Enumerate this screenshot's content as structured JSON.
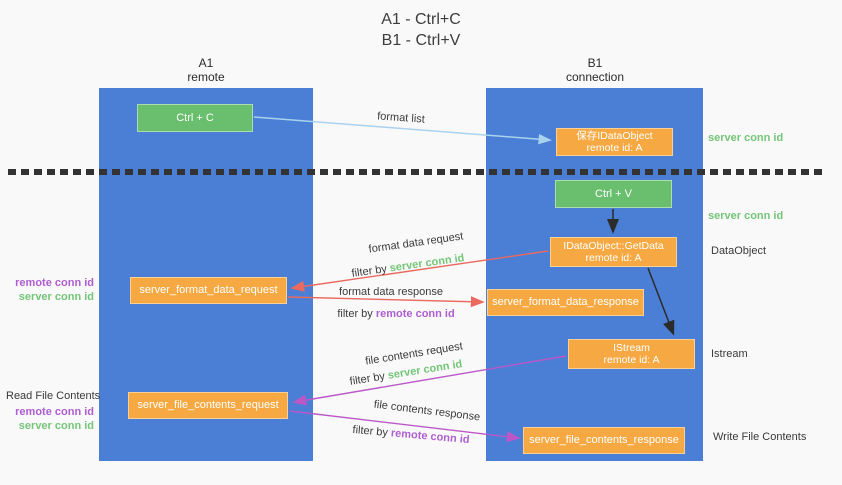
{
  "title": {
    "line1": "A1 - Ctrl+C",
    "line2": "B1 - Ctrl+V"
  },
  "lanes": {
    "a1": {
      "name": "A1",
      "subtitle": "remote"
    },
    "b1": {
      "name": "B1",
      "subtitle": "connection"
    }
  },
  "nodes": {
    "ctrl_c": {
      "label": "Ctrl + C"
    },
    "save_idataobject": {
      "line1": "保存IDataObject",
      "line2": "remote id: A"
    },
    "ctrl_v": {
      "label": "Ctrl + V"
    },
    "getdata": {
      "line1": "IDataObject::GetData",
      "line2": "remote id: A"
    },
    "format_request": {
      "label": "server_format_data_request"
    },
    "format_response": {
      "label": "server_format_data_response"
    },
    "istream": {
      "line1": "IStream",
      "line2": "remote id: A"
    },
    "file_request": {
      "label": "server_file_contents_request"
    },
    "file_response": {
      "label": "server_file_contents_response"
    }
  },
  "edge_labels": {
    "format_list": "format list",
    "format_data_request": "format data request",
    "format_data_response": "format data response",
    "file_contents_request": "file contents request",
    "file_contents_response": "file contents response",
    "filter_by": "filter by ",
    "server_conn_id": "server conn id",
    "remote_conn_id": "remote conn id"
  },
  "side_labels": {
    "server_conn_id_top": "server conn id",
    "server_conn_id_mid": "server conn id",
    "dataobject": "DataObject",
    "istream": "Istream",
    "write_file_contents": "Write File Contents",
    "read_file_contents": "Read File Contents",
    "remote_conn_id": "remote conn id",
    "server_conn_id": "server conn id"
  },
  "colors": {
    "lane_blue": "#4a7fd5",
    "box_green": "#6abf6e",
    "box_orange": "#f6a942",
    "arrow_blue": "#a9d2ee",
    "arrow_red": "#ea6a5f",
    "arrow_magenta": "#bb58c8",
    "arrow_black": "#2b2b2b",
    "text_green": "#74c578",
    "text_purple": "#ae5ed0"
  }
}
